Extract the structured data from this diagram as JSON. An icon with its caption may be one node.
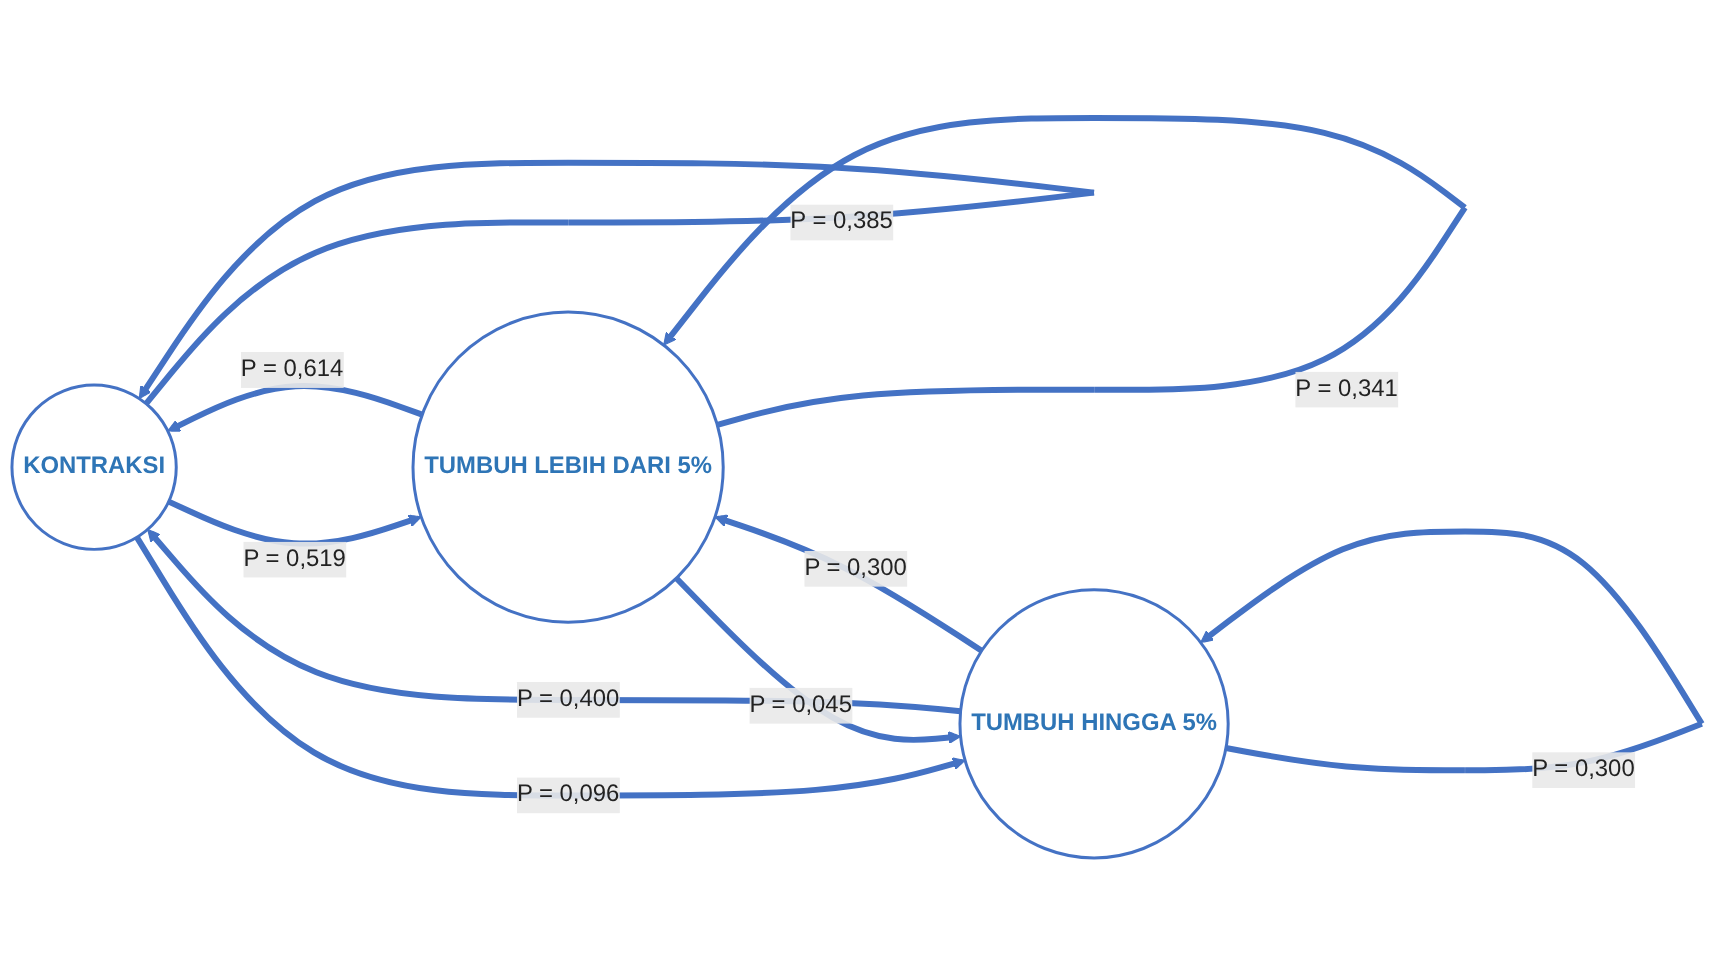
{
  "diagram": {
    "nodes": [
      {
        "text": [
          "KONTRAKSI"
        ]
      },
      {
        "text": [
          "TUMBUH HINGGA 5%"
        ]
      },
      {
        "text": [
          "TUMBUH LEBIH DARI 5%"
        ]
      }
    ],
    "edges": [
      {
        "from": 0,
        "to": 2,
        "arrow": "to",
        "label": "P = 0,519"
      },
      {
        "from": 0,
        "to": 1,
        "arrow": "to",
        "label": "P = 0,096"
      },
      {
        "from": 2,
        "to": 1,
        "arrow": "to",
        "label": "P = 0,045"
      },
      {
        "from": 1,
        "to": 0,
        "arrow": "to",
        "label": "P = 0,400"
      },
      {
        "from": 1,
        "to": 2,
        "arrow": "to",
        "label": "P = 0,300"
      },
      {
        "from": 0,
        "to": 0,
        "arrow": "to",
        "label": "P = 0,385"
      },
      {
        "from": 2,
        "to": 2,
        "arrow": "to",
        "label": "P = 0,341"
      },
      {
        "from": 1,
        "to": 1,
        "arrow": "to",
        "label": "P = 0,300"
      },
      {
        "from": 2,
        "to": 0,
        "arrow": "to",
        "label": "P = 0,614"
      }
    ]
  }
}
